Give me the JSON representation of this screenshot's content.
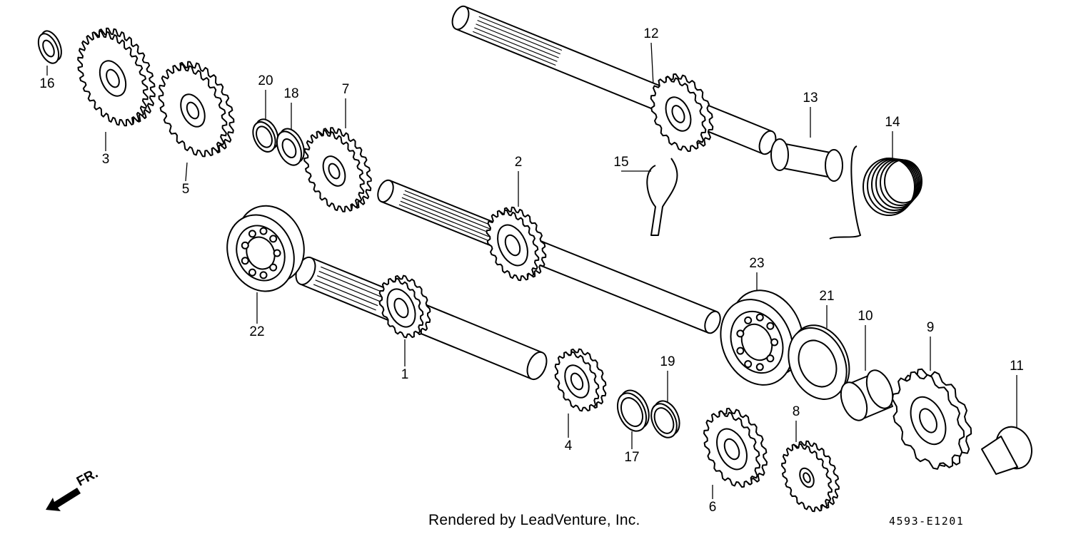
{
  "diagram": {
    "parts": [
      {
        "key": "p16",
        "number": "16"
      },
      {
        "key": "p3",
        "number": "3"
      },
      {
        "key": "p5",
        "number": "5"
      },
      {
        "key": "p20",
        "number": "20"
      },
      {
        "key": "p18",
        "number": "18"
      },
      {
        "key": "p7",
        "number": "7"
      },
      {
        "key": "p12",
        "number": "12"
      },
      {
        "key": "p13",
        "number": "13"
      },
      {
        "key": "p14",
        "number": "14"
      },
      {
        "key": "p15",
        "number": "15"
      },
      {
        "key": "p2",
        "number": "2"
      },
      {
        "key": "p22",
        "number": "22"
      },
      {
        "key": "p1",
        "number": "1"
      },
      {
        "key": "p23",
        "number": "23"
      },
      {
        "key": "p21",
        "number": "21"
      },
      {
        "key": "p10",
        "number": "10"
      },
      {
        "key": "p9",
        "number": "9"
      },
      {
        "key": "p11",
        "number": "11"
      },
      {
        "key": "p19",
        "number": "19"
      },
      {
        "key": "p4",
        "number": "4"
      },
      {
        "key": "p17",
        "number": "17"
      },
      {
        "key": "p8",
        "number": "8"
      },
      {
        "key": "p6",
        "number": "6"
      }
    ],
    "direction_label": "FR.",
    "credit": "Rendered by LeadVenture, Inc.",
    "figure_code": "4593-E1201"
  }
}
